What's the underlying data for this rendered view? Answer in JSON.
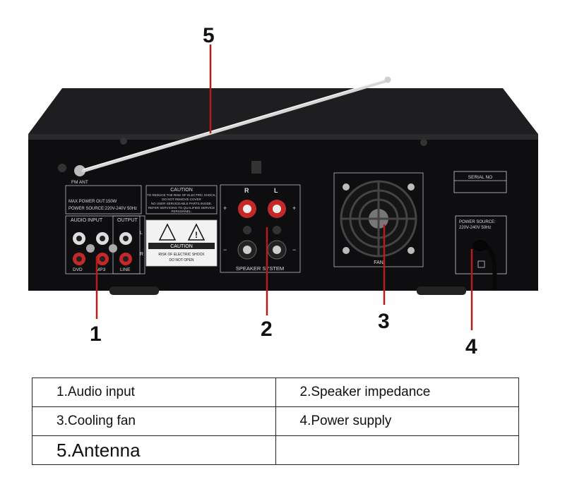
{
  "panel": {
    "fm_ant": "FM ANT",
    "max_power": "MAX POWER OUT:150W",
    "power_source": "POWER SOURCE:220V-240V 50Hz",
    "caution_title": "CAUTION",
    "caution_text1": "TO REDUCE THE RISK OF ELECTRIC SHOCK,",
    "caution_text2": "DO NOT REMOVE COVER",
    "caution_text3": "NO USER SERVICEABLE PARTS INSIDE.",
    "caution_text4": "REFER SERVICING TO QUALIFIED SERVICE",
    "caution_text5": "PERSONNEL.",
    "caution2_title": "CAUTION",
    "caution2_text1": "RISK OF ELECTRIC SHOCK",
    "caution2_text2": "DO NOT OPEN",
    "audio_input": "AUDIO INPUT",
    "output": "OUTPUT",
    "dvd": "DVD",
    "mp3": "MP3",
    "line": "LINE",
    "l": "L",
    "r": "R",
    "speaker_r": "R",
    "speaker_l": "L",
    "speaker_system": "SPEAKER SYSTEM",
    "plus": "+",
    "minus": "−",
    "fan": "FAN",
    "serial_no": "SERIAL NO",
    "power_label1": "POWER SOURCE:",
    "power_label2": "220V-240V 50Hz"
  },
  "callouts": {
    "c1": "1",
    "c2": "2",
    "c3": "3",
    "c4": "4",
    "c5": "5"
  },
  "legend": {
    "r1c1": "1.Audio input",
    "r1c2": "2.Speaker impedance",
    "r2c1": "3.Cooling fan",
    "r2c2": "4.Power supply",
    "r3c1": "5.Antenna",
    "r3c2": ""
  }
}
